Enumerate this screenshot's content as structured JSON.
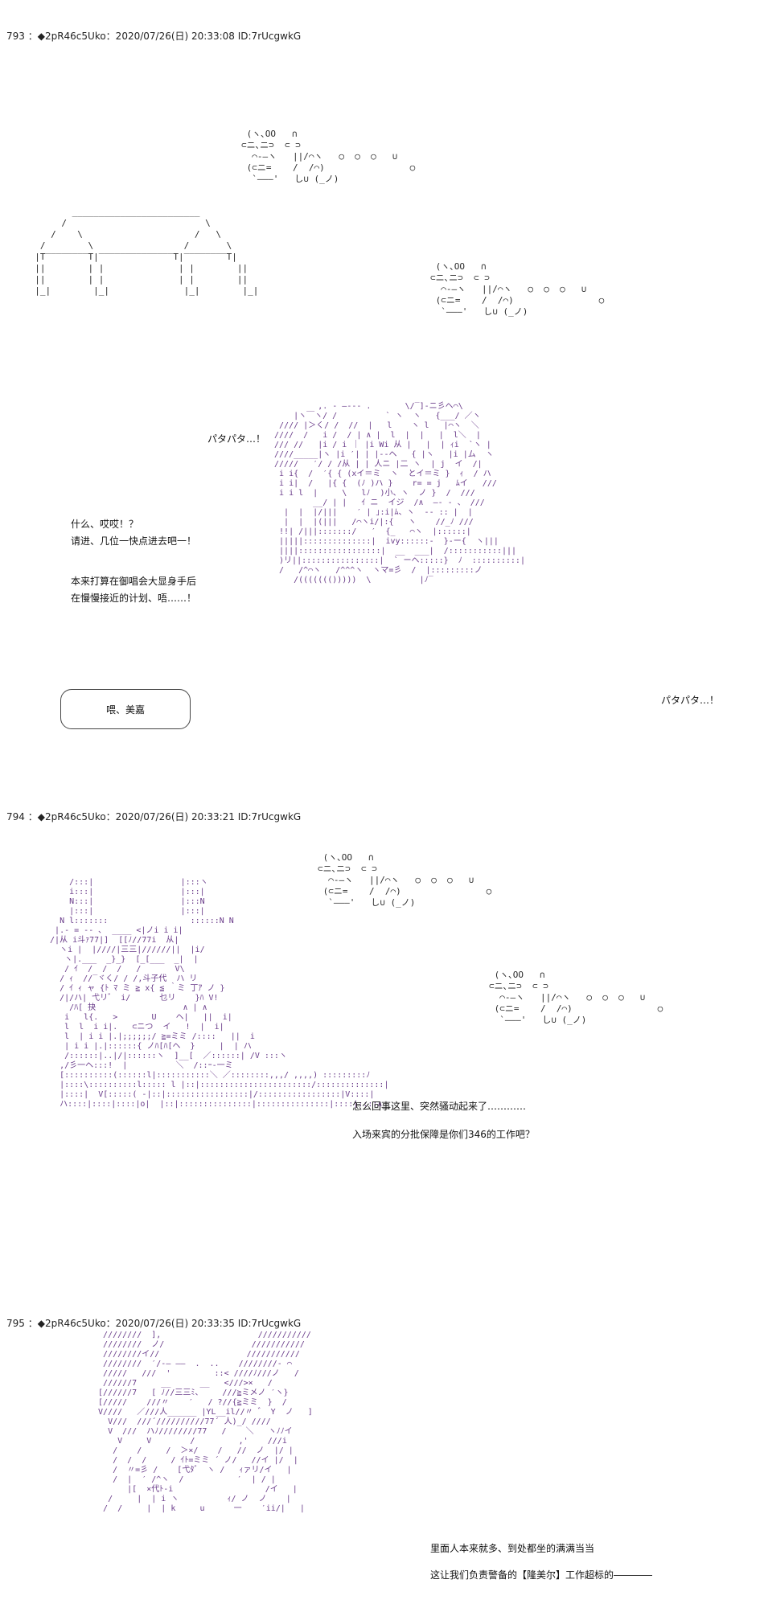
{
  "posts": [
    {
      "header": "793 ：◆2pR46c5Uko：2020/07/26(日) 20:33:08 ID:7rUcgwkG",
      "aa_face_1": " (ヽ､OO   ∩\n⊂ニ､ニ⊃  ⊂ ⊃\n  ⌒-―ヽ   ||/⌒ヽ   ○  ○  ○   ∪\n (⊂ニ=    /  /⌒)                ○\n  `―――'   し∪ (_ノ)",
      "aa_house": "         ________________________\n       /                          \\\n     /    \\                     /   \\\n   /        \\                 /       \\\n  |T‾‾‾‾‾‾‾‾T|‾‾‾‾‾‾‾‾‾‾‾‾‾‾T|‾‾‾‾‾‾‾‾T|\n  ||        | |              | |        ||\n  ||        | |              | |        ||\n  |_|        |_|              |_|        |_|",
      "aa_face_2": " (ヽ､OO   ∩\n⊂ニ､ニ⊃  ⊂ ⊃\n  ⌒-―ヽ   ||/⌒ヽ   ○  ○  ○   ∪\n (⊂ニ=    /  /⌒)                ○\n  `―――'   し∪ (_ノ)",
      "sfx_left": "パタパタ…！",
      "sfx_right": "パタパタ…！",
      "line_1": "什么、哎哎！？",
      "line_2": "请进、几位一快点进去吧一！",
      "line_3": "本来打算在御唱会大显身手后",
      "line_4": "在慢慢接近的计划、唔……！",
      "bubble_text": "喂、美嘉",
      "aa_girl": "          ,. - ―‐-‐ .       \\/‾]‐ニ彡ヘ⌒\\\n     |ヽ￣ヽ/ /          ` ヽ  ヽ   {___/ ／ヽ\n  //// |＞く/ /  //  |   l    ヽ l   |⌒ヽ  ＼\n ////  /   i /  / | ∧ |  l  |  |   |  l＼  |\n /// //   |i / i ｜ |i Wi 从 |   |  | ｨi  `ヽ |\n ////_____|ヽ |i ′| | |-‐ヘ   { |ヽ   |i |ム  ヽ\n /////   ′/ / /从 | | 人ニ |二 ヽ  | j  イ  /|\n  i i{  /  ′{ { (xイ＝ミ  ヽ  とイ＝ミ }  ｨ  / ハ\n  i i|  /   |{ {  (ﾉ )ハ }    r= = j   ﾑイ   ///\n  i i l  |     \\   lﾉ  )小、ヽ  ノ }  /  ///\n         __/ | |   ｲ ニ  イジ  /∧  ―- - 、 ///\n   |  |  |/|||    ′ | ｣:i|ﾑ、ヽ  -‐ :: |  |\n   |  |  |(|||   /⌒ヽi/|:{   ヽ    //_ﾉ ///\n  !!| /|||:::::::/   ′  {_   ⌒ヽ  |::::::|\n  |||||::::::::::::::|  ivy::::::-  }-ー{  ヽ|||\n  ||||:::::::::::::::::|  __  ___|  /:::::::::::|||\n  )リ||::::::::::::::::|  ` ーヘ:::::}  ﾉ  ::::::::::|\n  /   /^⌒ヽ   /^^^ヽ  ヽマ=彡  /  |:::::::::ノ\n     /((((((()))))  \\          |ﾉ‾"
    },
    {
      "header": "794 ：◆2pR46c5Uko：2020/07/26(日) 20:33:21 ID:7rUcgwkG",
      "aa_face_1": " (ヽ､OO   ∩\n⊂ニ､ニ⊃  ⊂ ⊃\n  ⌒-―ヽ   ||/⌒ヽ   ○  ○  ○   ∪\n (⊂ニ=    /  /⌒)                ○\n  `―――'   し∪ (_ノ)",
      "aa_face_2": " (ヽ､OO   ∩\n⊂ニ､ニ⊃  ⊂ ⊃\n  ⌒-―ヽ   ||/⌒ヽ   ○  ○  ○   ∪\n (⊂ニ=    /  /⌒)                ○\n  `―――'   し∪ (_ノ)",
      "aa_char": "      /:::|                  |:::ヽ\n      i:::|                  |:::|\n      N:::|                  |:::N\n      |:::|                  |:::|\n    N l:::::::                 ::::::N N\n   |.‐ = -‐ ､  ____ <|ノi i i|\n  /|从 i斗ｧ77|]  [[ﾉ//77i  从|\n    ヽi |  |////|三三|//////||  |i/\n     ヽ|.___  _}_}  [_[___  _|  |\n     / ｲ  /  /  /   /       V\\\n    / ｨ  //‾ヾく/ / /,斗子代  ハ リ\n    / ｲ ｨ ャ {ﾄ ﾏ ミ ≧ x{ ≦ ｀ミ 丁ｱ ノ }\n    /|/ハ| 弋リ゛ i/      乜リ    }ﾊ V!\n      /ﾊ[ 抉                  ∧ | ∧\n     i   l{.   >       U    ヘ|   ||  i|\n     l  l  i i|.   ⊂ニつ  イ   !  |  i|\n     l  | i i |.|;;;;;;/ ≧=ミミ /::::   ||  i\n     | i i |.|::::::{ ノﾊ[ﾊ[ヘ  }     |  | ハ\n     /::::::|..|/|::::::ヽ  ]__[  ／::::::| /V :::ヽ\n    ,/彡一ヘ:::!  |          ＼  /::ｰ-一ミ\n    [::::::::::(::::::l|:::::::::::＼ ／::::::::,,,/ ,,,,) :::::::::ﾉ\n    |::::\\::::::::::l::::: l |::|:::::::::::::::::::::::/::::::::::::::|\n    |::::|  V[:::::( -|::|:::::::::::::::::|/:::::::::::::::::|V::::|\n    ハ::::|::::|::::|o|  |::|:::::::::::::::|:::::::::::::::|::::|::::∧",
      "line_1": "怎么回事这里、突然骚动起来了…………",
      "line_2": "入场来宾的分批保障是你们346的工作吧？"
    },
    {
      "header": "795 ：◆2pR46c5Uko：2020/07/26(日) 20:33:35 ID:7rUcgwkG",
      "aa_char": "   ////////  ],                    ///////////\n   ////////  ノ/                  ///////////\n   ////////イ//                  ///////////\n   ////////  ′/‐― ――  .  ..    ////////‐ ⌒\n   /////   ///  '         ::< ////ﾉ///ノ   /\n   //////7     __      __   <///>×   /\n  [//////7   [ ﾉ//三三ﾐ、    ///≧ミメノ ′ヽ}\n  [/////    ///〃    ′   / ?//{≧ミミ  }  /\n  V////   ／///人______ |YL__il//〃 ゛ Y  ノ   ]\n    V///  ///´//////////77´ 人)_/ ////\n    V  ///  ハﾉ////////77   /    ＼   ヽﾉﾉイ\n      V     V        /         ,'    ///i\n     /    /     /  ＞×/    /   //  ノ  |/ |\n     /  /  /     / ｲﾄ=ミミ ´ ノ/   //イ |/  |\n     /  〃=彡 /    [弋ﾀ゛ ヽ /   ｨァリ/イ   |\n     /  |  ′ /^ヽ  /           ′  | / |\n        |[  ×代ﾄ-i                   /イ   |\n    /     |  | i ヽ          ｨ/ ノ  ノ    |\n   /  /     |  | k     u      一    ′ii/|   |",
      "line_1": "里面人本来就多、到处都坐的满满当当",
      "line_2": "这让我们负责警备的【隆美尔】工作超标的――――"
    }
  ]
}
